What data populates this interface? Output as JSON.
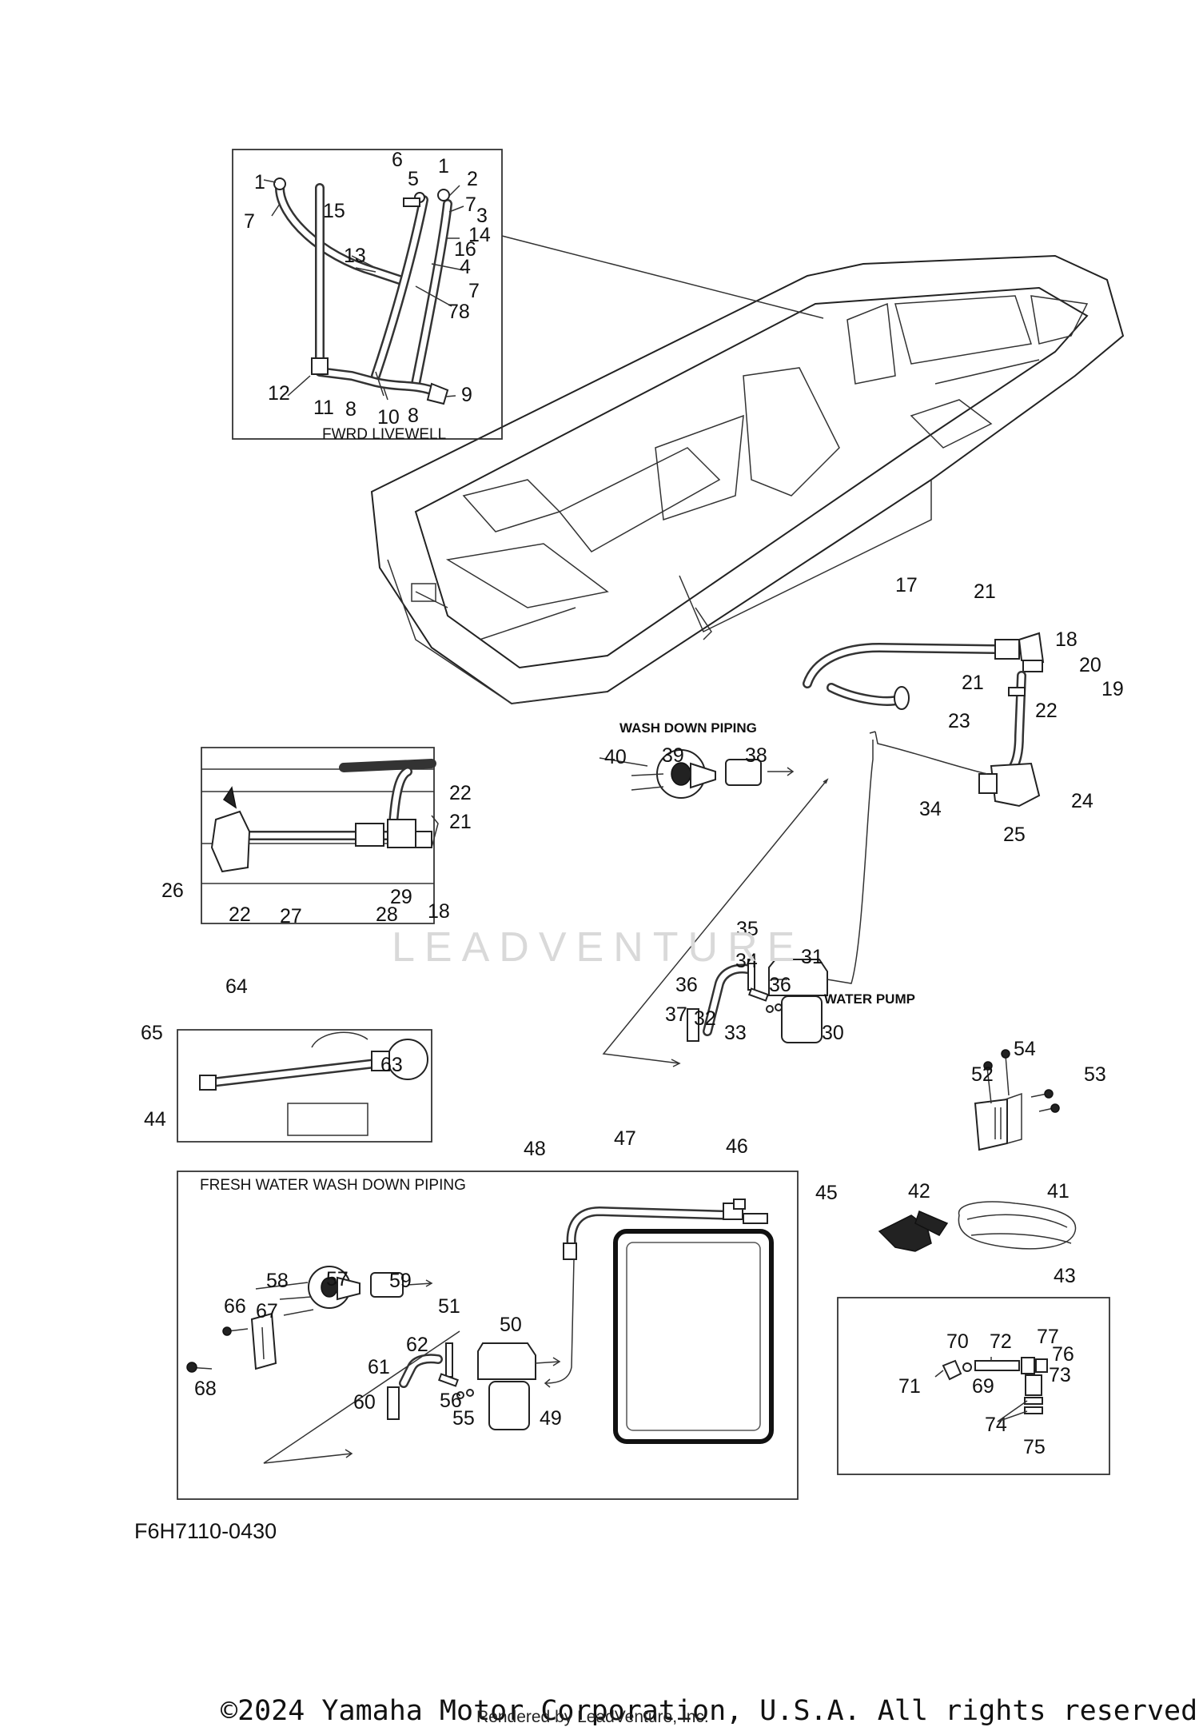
{
  "diagram": {
    "part_code": "F6H7110-0430",
    "copyright": "©2024 Yamaha Motor Corporation, U.S.A. All rights reserved.",
    "rendered_by": "Rendered by LeadVenture, Inc.",
    "watermark": "LEADVENTURE",
    "captions": {
      "fwrd_livewell": "FWRD LIVEWELL",
      "wash_down_piping": "WASH DOWN PIPING",
      "water_pump": "WATER PUMP",
      "fresh_water_wash_down_piping": "FRESH WATER WASH DOWN PIPING"
    },
    "callouts": [
      "1",
      "1",
      "2",
      "3",
      "4",
      "5",
      "6",
      "7",
      "7",
      "7",
      "8",
      "8",
      "9",
      "10",
      "11",
      "12",
      "13",
      "14",
      "15",
      "16",
      "78",
      "17",
      "18",
      "18",
      "19",
      "20",
      "21",
      "21",
      "21",
      "22",
      "22",
      "22",
      "23",
      "24",
      "25",
      "26",
      "27",
      "28",
      "29",
      "30",
      "31",
      "32",
      "33",
      "34",
      "34",
      "35",
      "36",
      "36",
      "37",
      "38",
      "39",
      "40",
      "41",
      "42",
      "43",
      "44",
      "45",
      "46",
      "47",
      "48",
      "49",
      "50",
      "51",
      "52",
      "53",
      "54",
      "55",
      "56",
      "57",
      "58",
      "59",
      "60",
      "61",
      "62",
      "63",
      "64",
      "65",
      "66",
      "67",
      "68",
      "69",
      "70",
      "71",
      "72",
      "73",
      "74",
      "75",
      "76",
      "77"
    ]
  }
}
